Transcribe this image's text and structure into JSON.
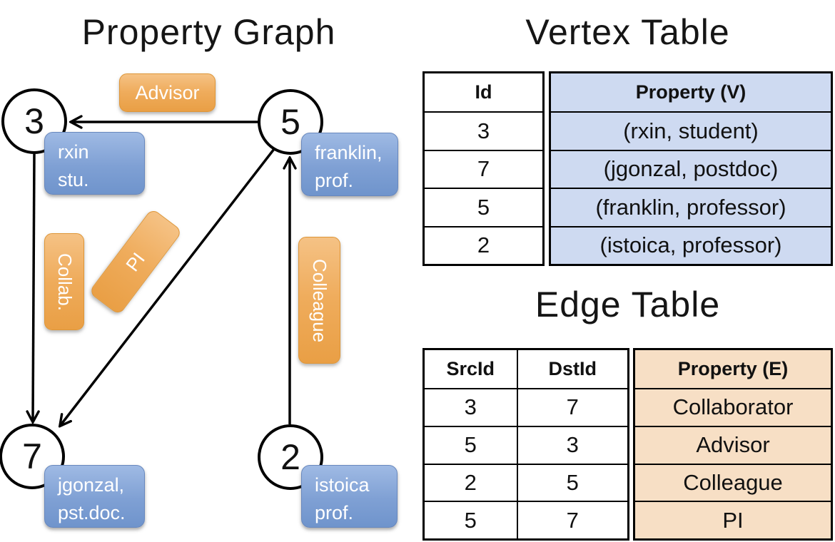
{
  "graph": {
    "title": "Property Graph",
    "nodes": [
      {
        "id": "3",
        "label_line1": "rxin",
        "label_line2": "stu."
      },
      {
        "id": "5",
        "label_line1": "franklin,",
        "label_line2": "prof."
      },
      {
        "id": "7",
        "label_line1": "jgonzal,",
        "label_line2": "pst.doc."
      },
      {
        "id": "2",
        "label_line1": "istoica",
        "label_line2": "prof."
      }
    ],
    "edge_labels": {
      "advisor": "Advisor",
      "collab": "Collab.",
      "pi": "PI",
      "colleague": "Colleague"
    }
  },
  "vertex_table": {
    "title": "Vertex Table",
    "columns": [
      "Id",
      "Property (V)"
    ],
    "rows": [
      {
        "id": "3",
        "property": "(rxin, student)"
      },
      {
        "id": "7",
        "property": "(jgonzal, postdoc)"
      },
      {
        "id": "5",
        "property": "(franklin, professor)"
      },
      {
        "id": "2",
        "property": "(istoica, professor)"
      }
    ]
  },
  "edge_table": {
    "title": "Edge Table",
    "columns": [
      "SrcId",
      "DstId",
      "Property (E)"
    ],
    "rows": [
      {
        "src": "3",
        "dst": "7",
        "property": "Collaborator"
      },
      {
        "src": "5",
        "dst": "3",
        "property": "Advisor"
      },
      {
        "src": "2",
        "dst": "5",
        "property": "Colleague"
      },
      {
        "src": "5",
        "dst": "7",
        "property": "PI"
      }
    ]
  },
  "colors": {
    "edge_label_fill": "#EFA852",
    "vertex_label_fill": "#7E9FD3",
    "vertex_property_cell": "#CEDAF1",
    "edge_property_cell": "#F7DFC5",
    "stroke": "#000000"
  }
}
